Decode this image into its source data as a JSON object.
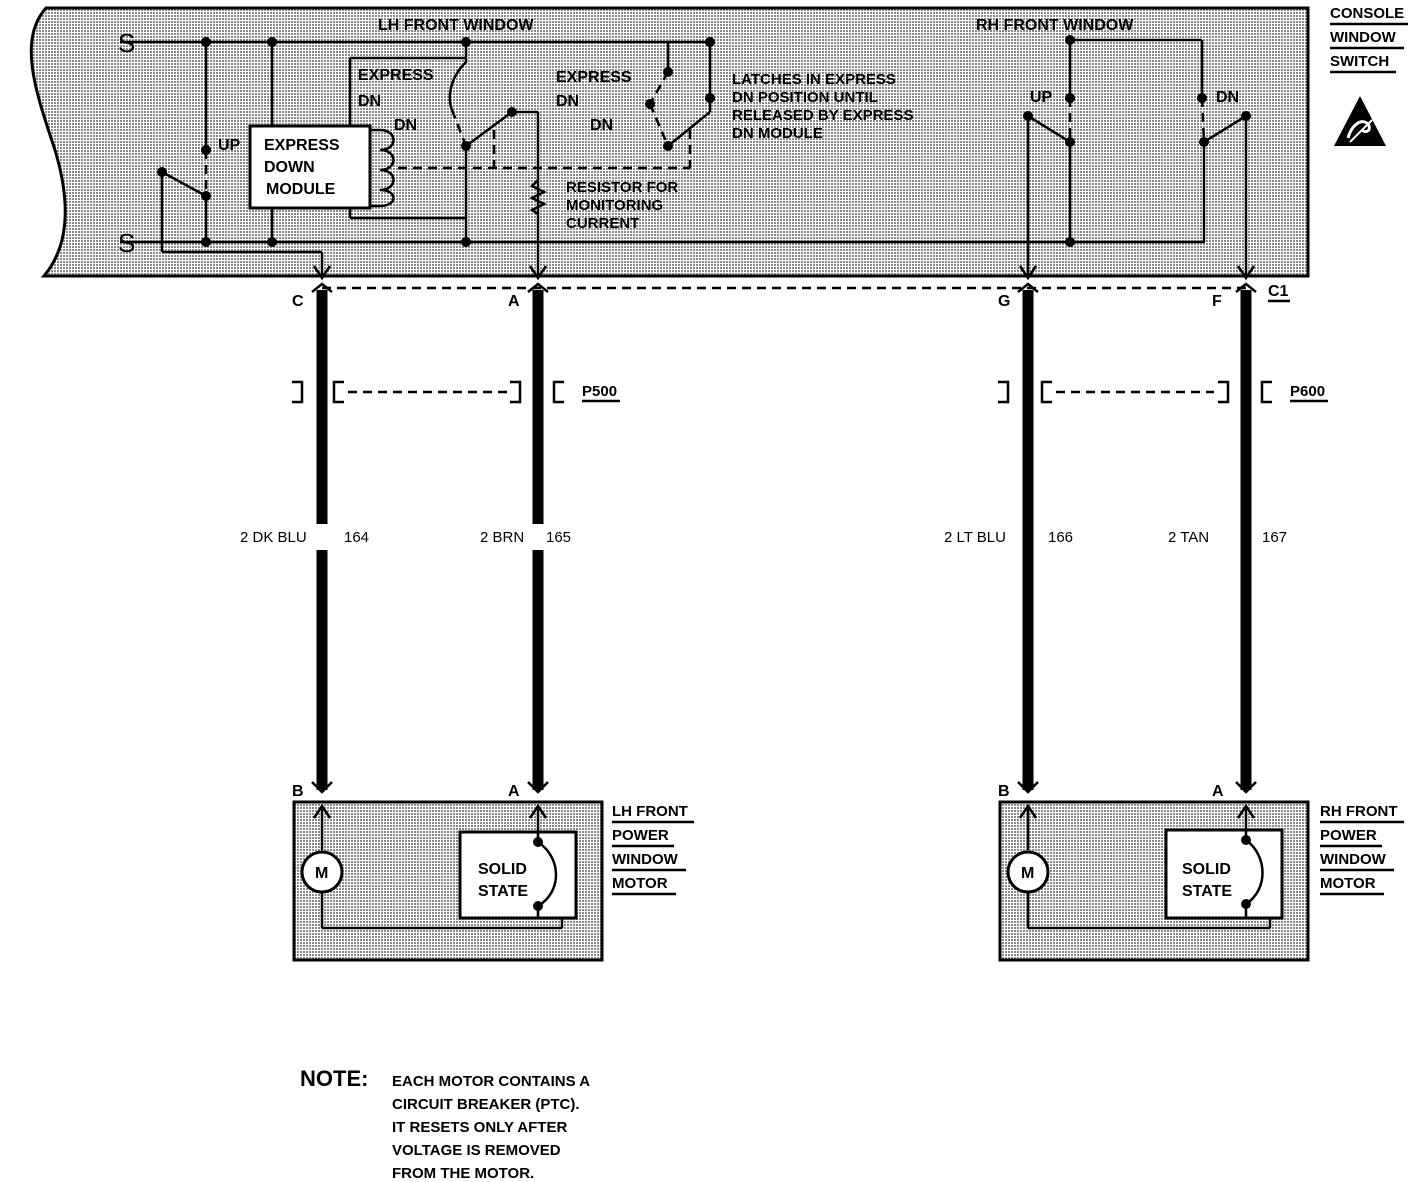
{
  "switch": {
    "title_lines": [
      "CONSOLE",
      "WINDOW",
      "SWITCH"
    ],
    "lh_title": "LH FRONT WINDOW",
    "rh_title": "RH FRONT WINDOW",
    "express_dn_1": [
      "EXPRESS",
      "DN"
    ],
    "express_dn_2": [
      "EXPRESS",
      "DN"
    ],
    "dn_coil": "DN",
    "dn_contact": "DN",
    "up_lh": "UP",
    "up_rh": "UP",
    "dn_rh": "DN",
    "module_lines": [
      "EXPRESS",
      "DOWN",
      "MODULE"
    ],
    "latch_note": [
      "LATCHES IN EXPRESS",
      "DN POSITION UNTIL",
      "RELEASED BY EXPRESS",
      "DN MODULE"
    ],
    "resistor_note": [
      "RESISTOR FOR",
      "MONITORING",
      "CURRENT"
    ],
    "connector": "C1"
  },
  "pins_top": {
    "c": "C",
    "a": "A",
    "g": "G",
    "f": "F"
  },
  "connectors": {
    "lh": "P500",
    "rh": "P600"
  },
  "wires": [
    {
      "label": "2 DK BLU",
      "circuit": "164"
    },
    {
      "label": "2 BRN",
      "circuit": "165"
    },
    {
      "label": "2 LT BLU",
      "circuit": "166"
    },
    {
      "label": "2 TAN",
      "circuit": "167"
    }
  ],
  "lh_motor": {
    "pin_b": "B",
    "pin_a": "A",
    "motor_symbol": "M",
    "solid_state": [
      "SOLID",
      "STATE"
    ],
    "title_lines": [
      "LH FRONT",
      "POWER",
      "WINDOW",
      "MOTOR"
    ]
  },
  "rh_motor": {
    "pin_b": "B",
    "pin_a": "A",
    "motor_symbol": "M",
    "solid_state": [
      "SOLID",
      "STATE"
    ],
    "title_lines": [
      "RH FRONT",
      "POWER",
      "WINDOW",
      "MOTOR"
    ]
  },
  "note": {
    "heading": "NOTE:",
    "lines": [
      "EACH MOTOR CONTAINS A",
      "CIRCUIT BREAKER (PTC).",
      "IT RESETS ONLY AFTER",
      "VOLTAGE IS REMOVED",
      "FROM THE MOTOR."
    ]
  },
  "colors": {
    "fill_shade": "#d4d4d4",
    "ink": "#000000",
    "background": "#ffffff"
  }
}
